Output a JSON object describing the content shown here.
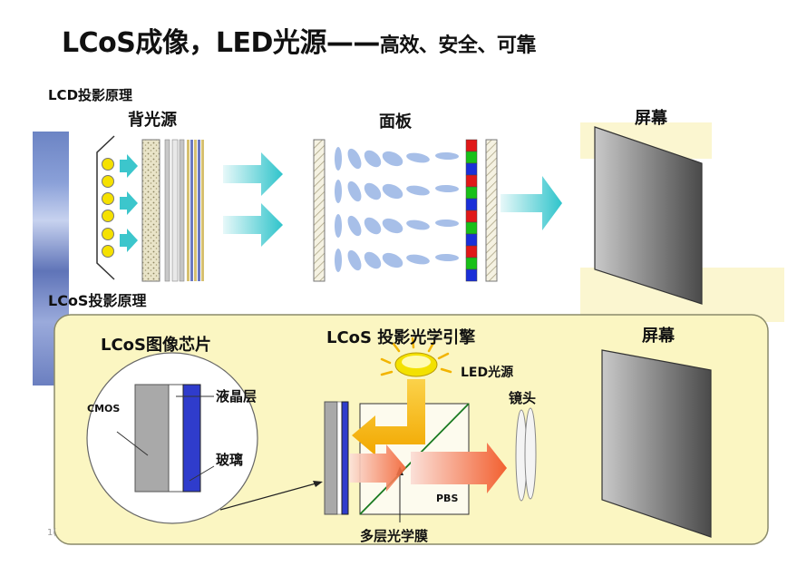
{
  "title": {
    "main": "LCoS成像，LED光源——",
    "sub": "高效、安全、可靠"
  },
  "lcd": {
    "section_label": "LCD投影原理",
    "backlight_label": "背光源",
    "panel_label": "面板",
    "screen_label": "屏幕"
  },
  "lcos": {
    "section_label": "LCoS投影原理",
    "chip_label": "LCoS图像芯片",
    "cmos_label": "CMOS",
    "lc_layer_label": "液晶层",
    "glass_label": "玻璃",
    "engine_label": "LCoS 投影光学引擎",
    "led_label": "LED光源",
    "lens_label": "镜头",
    "pbs_label": "PBS",
    "film_label": "多层光学膜",
    "screen_label": "屏幕"
  },
  "footer": {
    "page_number": "1("
  },
  "colors": {
    "panel_bg": "#fbf6c2",
    "panel_border": "#8a8a6a",
    "arrow_cyan": "#3cc6cc",
    "led_yellow": "#f3e100",
    "led_arrow_orange": "#f6b40a",
    "red_arrow": "#f26b3a",
    "chip_blue": "#2f3ccc",
    "pbs_line": "#1a7a20",
    "lc_molecule": "#a7bfe8",
    "pixel_colors": [
      "#e01818",
      "#18c018",
      "#1a2fd8"
    ]
  }
}
